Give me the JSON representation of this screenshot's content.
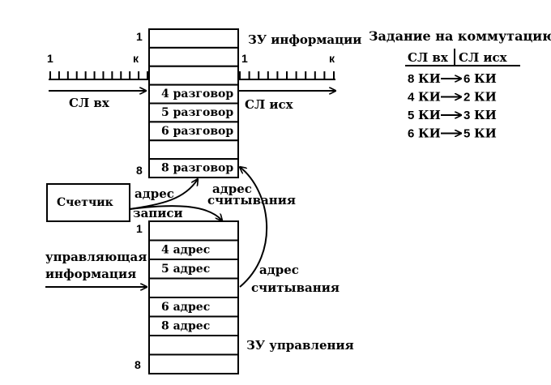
{
  "info_memory": {
    "title": "ЗУ информации",
    "first_index": "1",
    "last_index": "8",
    "cells": [
      "",
      "",
      "",
      "4 разговор",
      "5 разговор",
      "6 разговор",
      "",
      "8 разговор"
    ]
  },
  "control_memory": {
    "title": "ЗУ управления",
    "first_index": "1",
    "last_index": "8",
    "cells": [
      "",
      "4 адрес",
      "5 адрес",
      "",
      "6 адрес",
      "8 адрес",
      "",
      ""
    ]
  },
  "inputs": {
    "label": "СЛ вх",
    "start": "1",
    "end": "к"
  },
  "outputs": {
    "label": "СЛ исх",
    "start": "1",
    "end": "к"
  },
  "counter": {
    "label": "Счетчик",
    "write_address_line1": "адрес",
    "write_address_line2": "записи",
    "read_address_line1": "адрес",
    "read_address_line2": "считывания"
  },
  "control_input": {
    "line1": "управляющая",
    "line2": "информация"
  },
  "read_address_right": {
    "line1": "адрес",
    "line2": "считывания"
  },
  "assignment": {
    "title": "Задание на коммутацию",
    "col_in": "СЛ вх",
    "col_out": "СЛ исх",
    "rows": [
      {
        "from_num": "8",
        "from_unit": "КИ",
        "to_num": "6",
        "to_unit": "КИ"
      },
      {
        "from_num": "4",
        "from_unit": "КИ",
        "to_num": "2",
        "to_unit": "КИ"
      },
      {
        "from_num": "5",
        "from_unit": "КИ",
        "to_num": "3",
        "to_unit": "КИ"
      },
      {
        "from_num": "6",
        "from_unit": "КИ",
        "to_num": "5",
        "to_unit": "КИ"
      }
    ]
  }
}
